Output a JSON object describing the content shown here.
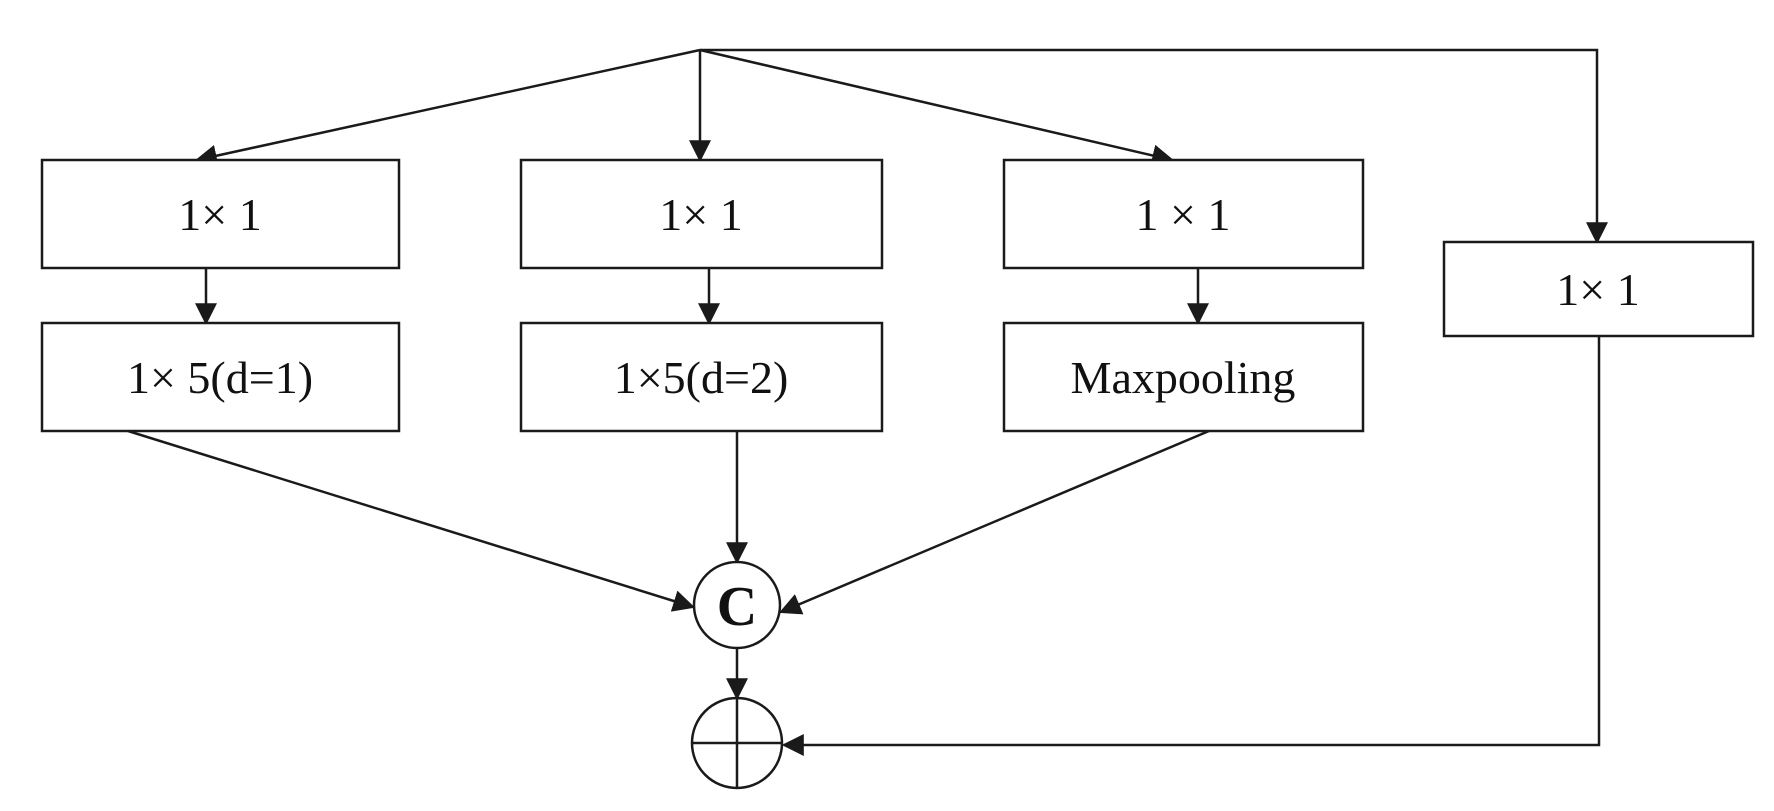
{
  "diagram": {
    "branch1": {
      "top": "1× 1",
      "bottom": "1× 5(d=1)"
    },
    "branch2": {
      "top": "1× 1",
      "bottom": "1×5(d=2)"
    },
    "branch3": {
      "top": "1 × 1",
      "bottom": "Maxpooling"
    },
    "shortcut": {
      "label": "1× 1"
    },
    "concat": {
      "label": "C"
    }
  },
  "colors": {
    "stroke": "#1a1a1a",
    "background": "#ffffff"
  }
}
